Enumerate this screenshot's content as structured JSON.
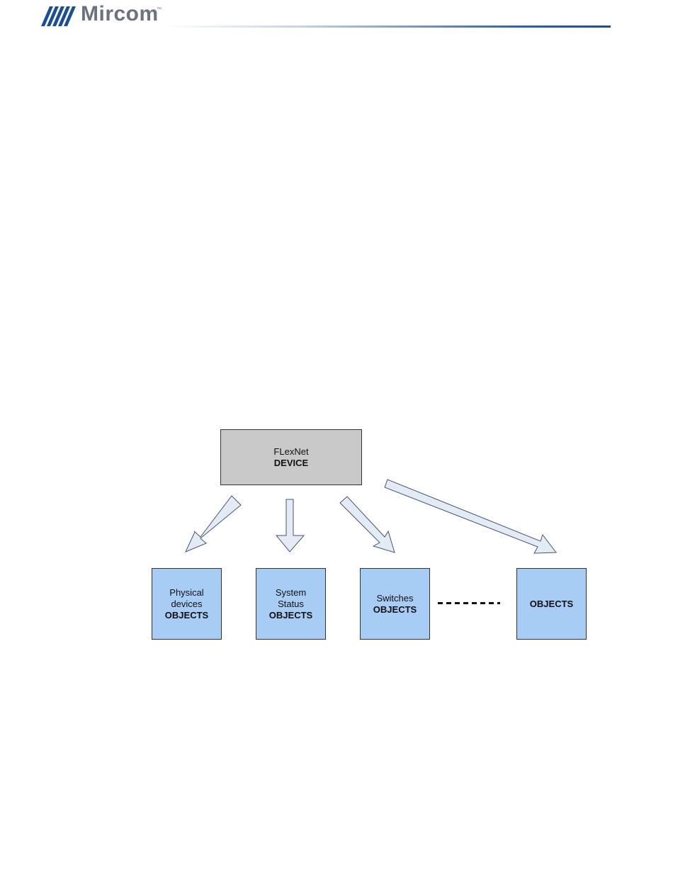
{
  "header": {
    "brand": "Mircom",
    "trademark": "™",
    "logo_icon": "mircom-logo-icon",
    "rule_color": "#1a4f95"
  },
  "diagram": {
    "device": {
      "line1": "FLexNet",
      "line2": "DEVICE",
      "fill": "#c9c9c9"
    },
    "objects": [
      {
        "line1": "Physical",
        "line2": "devices",
        "line3": "OBJECTS"
      },
      {
        "line1": "System",
        "line2": "Status",
        "line3": "OBJECTS"
      },
      {
        "line1": "Switches",
        "line2": "OBJECTS"
      },
      {
        "line1": "OBJECTS"
      }
    ],
    "object_fill": "#a8cdf5",
    "arrow_fill": "#e3ecf6",
    "ellipsis": "dashed-line"
  }
}
